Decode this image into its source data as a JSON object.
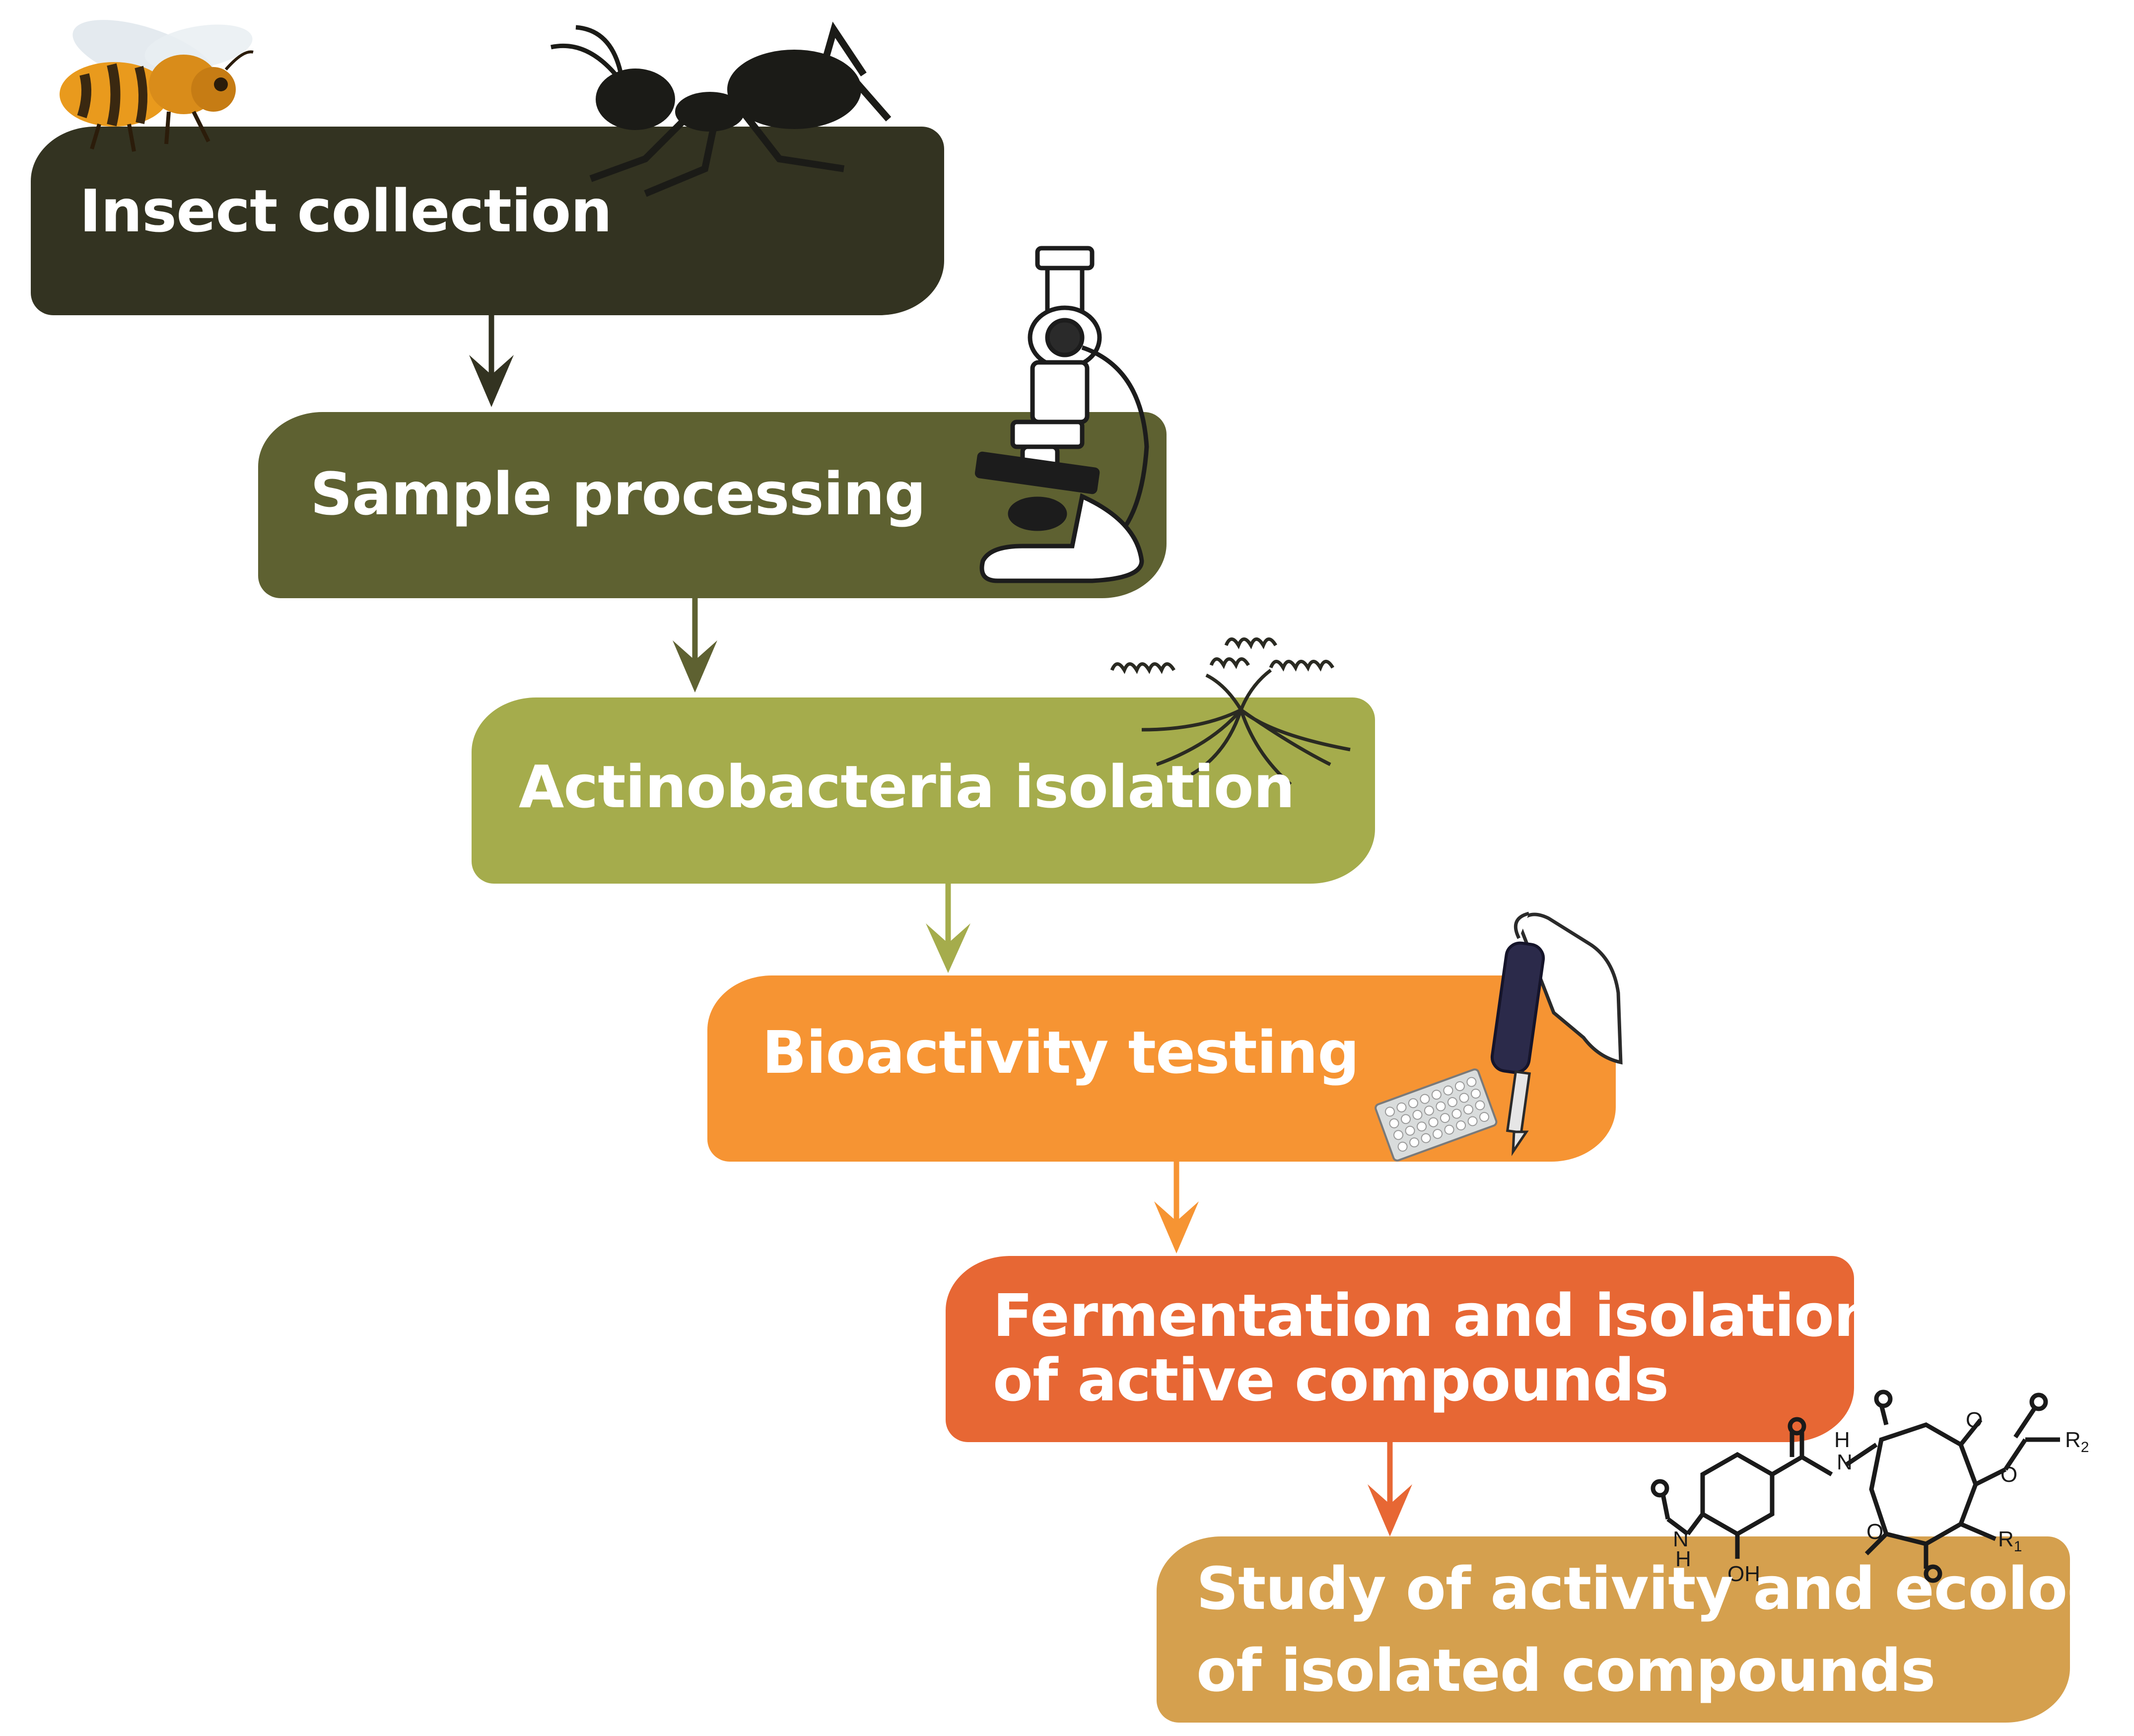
{
  "steps": [
    {
      "line1": "Insect collection",
      "line2": "",
      "color": "#333321",
      "icon": "bee-and-ant-icon"
    },
    {
      "line1": "Sample processing",
      "line2": "",
      "color": "#5e6131",
      "icon": "microscope-icon"
    },
    {
      "line1": "Actinobacteria isolation",
      "line2": "",
      "color": "#a5ac4c",
      "icon": "actinobacteria-icon"
    },
    {
      "line1": "Bioactivity testing",
      "line2": "",
      "color": "#f69433",
      "icon": "pipette-and-well-plate-icon"
    },
    {
      "line1": "Fermentation and isolation",
      "line2": "of active compounds",
      "color": "#e76734",
      "icon": ""
    },
    {
      "line1": "Study of activity and ecology",
      "line2": "of isolated compounds",
      "color": "#d5a04e",
      "icon": "chemical-structure-icon"
    }
  ],
  "structure_labels": {
    "h": "H",
    "n": "N",
    "oh": "OH",
    "o": "O",
    "r1": "R",
    "r1_sub": "1",
    "r2": "R",
    "r2_sub": "2"
  }
}
